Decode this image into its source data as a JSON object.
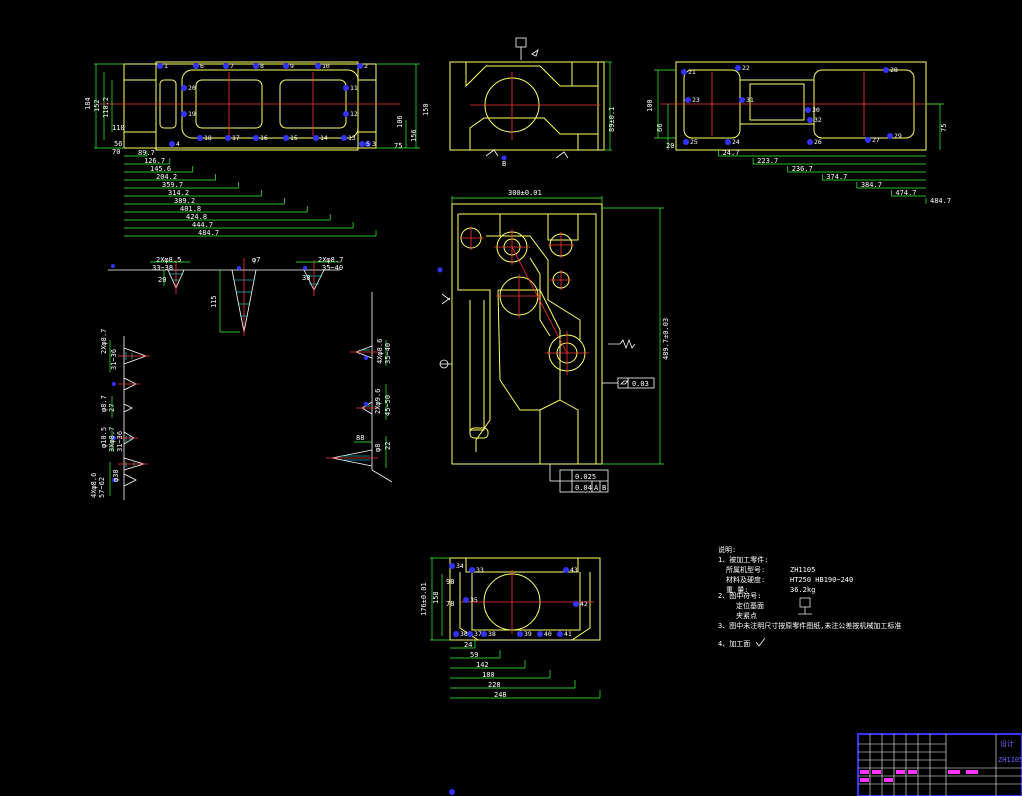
{
  "colors": {
    "background": "#000000",
    "outline": "#ffff66",
    "dimension": "#33ff33",
    "center": "#ff3333",
    "marker": "#3333ff",
    "text": "#ffffff",
    "callout": "#ff33ff",
    "hatch": "#00ffff"
  },
  "top_view": {
    "height_labels": [
      "184",
      "152",
      "110.2",
      "110",
      "70",
      "56"
    ],
    "width_labels": [
      "89.7",
      "126.7",
      "145.6",
      "204.2",
      "359.7",
      "314.2",
      "389.2",
      "401.8",
      "424.8",
      "444.7",
      "484.7"
    ],
    "right_labels": [
      "150",
      "156",
      "106",
      "75"
    ],
    "points": [
      "1",
      "2",
      "3",
      "4",
      "5",
      "6",
      "7",
      "8",
      "9",
      "10",
      "11",
      "12",
      "13",
      "14",
      "15",
      "16",
      "17",
      "18",
      "19",
      "20"
    ]
  },
  "front_view": {
    "right_label": "89±0.1",
    "datum": "B"
  },
  "right_view": {
    "left_labels": [
      "100",
      "66",
      "20"
    ],
    "right_label": "75",
    "width_labels": [
      "24.7",
      "223.7",
      "236.7",
      "374.7",
      "384.7",
      "474.7",
      "484.7"
    ],
    "points": [
      "21",
      "22",
      "23",
      "24",
      "25",
      "26",
      "27",
      "28",
      "29",
      "30",
      "31",
      "32"
    ]
  },
  "main_view": {
    "width_label": "300±0.01",
    "height_label": "489.7±0.03",
    "flatness": "0.03",
    "frame_rows": [
      [
        "0.025"
      ],
      [
        "0.04",
        "A",
        "B"
      ]
    ]
  },
  "detail_top": {
    "labels": [
      "2Xφ8.5",
      "33~38",
      "20",
      "φ7",
      "115",
      "2Xφ8.7",
      "35~40",
      "38"
    ]
  },
  "detail_left": {
    "labels": [
      "2Xφ8.7",
      "31~36",
      "φ8.7",
      "27",
      "φ10.5",
      "3Xφ8.7",
      "31~36",
      "4Xφ8.6",
      "57~62",
      "φ30"
    ]
  },
  "detail_right": {
    "labels": [
      "4Xφ8.6",
      "35~40",
      "2Xφ9.6",
      "45~50",
      "φ8",
      "88",
      "22"
    ]
  },
  "bottom_view": {
    "left_labels": [
      "176±0.01",
      "158",
      "98",
      "78"
    ],
    "bottom_labels": [
      "24",
      "59",
      "142",
      "180",
      "228",
      "248"
    ],
    "points": [
      "33",
      "34",
      "35",
      "36",
      "37",
      "38",
      "39",
      "40",
      "41",
      "42",
      "43"
    ]
  },
  "notes": {
    "title": "说明:",
    "item1": "1、被加工零件:",
    "line_a_label": "所属机型号:",
    "line_a_value": "ZH1105",
    "line_b_label": "材料及硬度:",
    "line_b_value": "HT250   HB190~240",
    "line_c_label": "重   量:",
    "line_c_value": "36.2kg",
    "item2": "2、图中符号:",
    "item2_a": "定位基面",
    "item2_b": "夹紧点",
    "item3": "3、图中未注明尺寸按原零件图纸,未注公差按机械加工标准",
    "item4": "4、加工面"
  },
  "title_block": {
    "right_top": "设计",
    "right_mid": "ZH1105"
  }
}
